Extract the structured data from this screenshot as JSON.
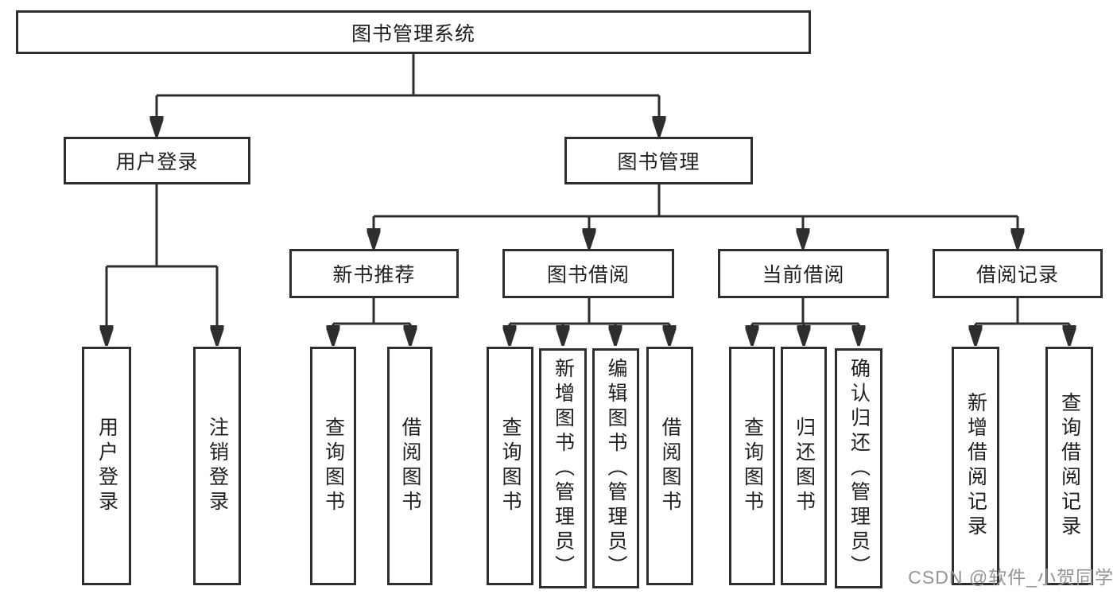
{
  "colors": {
    "line": "#2e2e2e",
    "text": "#1f1f1f",
    "background": "#ffffff",
    "watermark": "#949494"
  },
  "watermark": "CSDN @软件_小贺同学",
  "nodes": {
    "root": {
      "label": "图书管理系统"
    },
    "user_login": {
      "label": "用户登录"
    },
    "book_mgmt": {
      "label": "图书管理"
    },
    "new_book_rec": {
      "label": "新书推荐"
    },
    "book_borrow": {
      "label": "图书借阅"
    },
    "current_borrow": {
      "label": "当前借阅"
    },
    "borrow_records": {
      "label": "借阅记录"
    },
    "leaf_user_login": {
      "label": "用户登录"
    },
    "leaf_logout": {
      "label": "注销登录"
    },
    "leaf_query_book_1": {
      "label": "查询图书"
    },
    "leaf_borrow_book_1": {
      "label": "借阅图书"
    },
    "leaf_query_book_2": {
      "label": "查询图书"
    },
    "leaf_add_book": {
      "label": "新增图书（管理员）"
    },
    "leaf_edit_book": {
      "label": "编辑图书（管理员）"
    },
    "leaf_borrow_book_2": {
      "label": "借阅图书"
    },
    "leaf_query_book_3": {
      "label": "查询图书"
    },
    "leaf_return_book": {
      "label": "归还图书"
    },
    "leaf_confirm_return": {
      "label": "确认归还（管理员）"
    },
    "leaf_add_record": {
      "label": "新增借阅记录"
    },
    "leaf_query_record": {
      "label": "查询借阅记录"
    }
  },
  "hierarchy": [
    {
      "parent": "图书管理系统",
      "children": [
        "用户登录",
        "图书管理"
      ]
    },
    {
      "parent": "用户登录",
      "children": [
        "用户登录",
        "注销登录"
      ]
    },
    {
      "parent": "图书管理",
      "children": [
        "新书推荐",
        "图书借阅",
        "当前借阅",
        "借阅记录"
      ]
    },
    {
      "parent": "新书推荐",
      "children": [
        "查询图书",
        "借阅图书"
      ]
    },
    {
      "parent": "图书借阅",
      "children": [
        "查询图书",
        "新增图书（管理员）",
        "编辑图书（管理员）",
        "借阅图书"
      ]
    },
    {
      "parent": "当前借阅",
      "children": [
        "查询图书",
        "归还图书",
        "确认归还（管理员）"
      ]
    },
    {
      "parent": "借阅记录",
      "children": [
        "新增借阅记录",
        "查询借阅记录"
      ]
    }
  ]
}
